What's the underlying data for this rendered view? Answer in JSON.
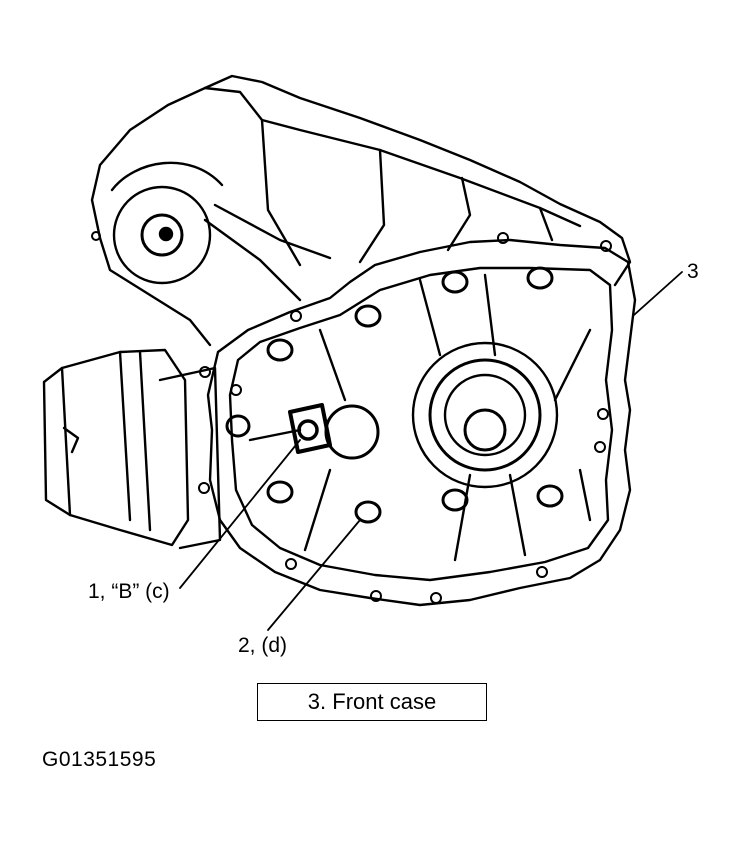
{
  "callouts": {
    "item1": "1, “B”  (c)",
    "item2": "2, (d)",
    "item3": "3"
  },
  "legend": {
    "text": "3.   Front case"
  },
  "figure_id": "G01351595",
  "colors": {
    "ink": "#000000",
    "paper": "#ffffff"
  }
}
